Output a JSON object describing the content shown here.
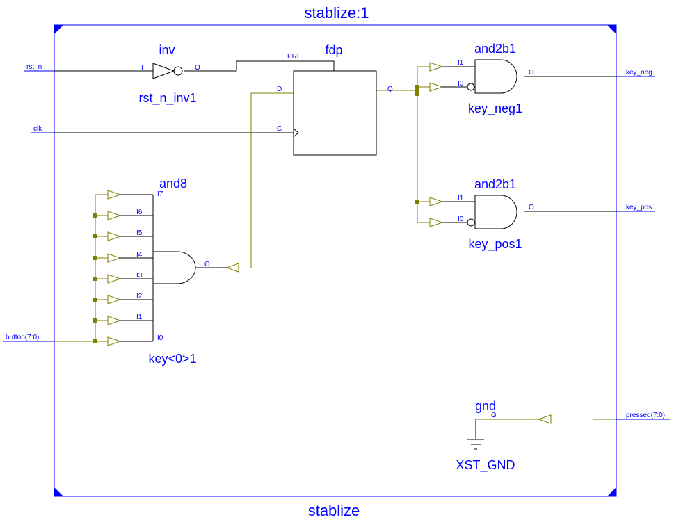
{
  "module": {
    "instance_title": "stablize:1",
    "name": "stablize"
  },
  "ports": {
    "rst_n": "rst_n",
    "clk": "clk",
    "button": "button(7:0)",
    "key_neg": "key_neg",
    "key_pos": "key_pos",
    "pressed": "pressed(7:0)"
  },
  "cells": {
    "inv": {
      "type": "inv",
      "name": "rst_n_inv1",
      "pin_in": "I",
      "pin_out": "O"
    },
    "fdp": {
      "type": "fdp",
      "pin_pre": "PRE",
      "pin_d": "D",
      "pin_c": "C",
      "pin_q": "Q"
    },
    "and8": {
      "type": "and8",
      "name": "key<0>1",
      "pin_out": "O",
      "inputs": [
        "I7",
        "I6",
        "I5",
        "I4",
        "I3",
        "I2",
        "I1",
        "I0"
      ]
    },
    "and2b1_neg": {
      "type": "and2b1",
      "name": "key_neg1",
      "pin_i1": "I1",
      "pin_i0": "I0",
      "pin_out": "O"
    },
    "and2b1_pos": {
      "type": "and2b1",
      "name": "key_pos1",
      "pin_i1": "I1",
      "pin_i0": "I0",
      "pin_out": "O"
    },
    "gnd": {
      "type": "gnd",
      "name": "XST_GND",
      "pin_g": "G"
    }
  },
  "colors": {
    "wire": "#000000",
    "bus": "#7f7f00",
    "border": "#0000ff",
    "text": "#0000ff"
  }
}
